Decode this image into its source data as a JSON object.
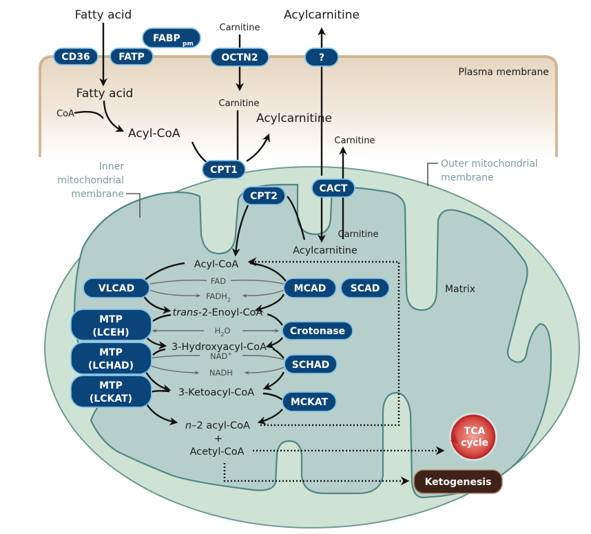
{
  "colors": {
    "enzyme_fill": "#0b4479",
    "enzyme_stroke": "#7fc3e8",
    "outer_membrane_fill": "#cfe3d4",
    "membrane_line": "#4f8684",
    "matrix_fill": "#b7cfcb",
    "plasma_membrane_fill": "#ece0cf",
    "plasma_membrane_edge": "#c9a77d",
    "tca_fill": "#d9403e",
    "ketogenesis_fill": "#3e2418",
    "membrane_label": "#7a9a9c"
  },
  "labels": {
    "plasma_membrane": "Plasma membrane",
    "inner_membrane_l1": "Inner",
    "inner_membrane_l2": "mitochondrial",
    "inner_membrane_l3": "membrane",
    "outer_membrane_l1": "Outer mitochondrial",
    "outer_membrane_l2": "membrane",
    "matrix": "Matrix"
  },
  "metabolites": {
    "fatty_acid_out": "Fatty acid",
    "carnitine_out": "Carnitine",
    "acylcarnitine_out": "Acylcarnitine",
    "fatty_acid_in": "Fatty acid",
    "coa": "CoA",
    "acyl_coa_cyto": "Acyl-CoA",
    "carnitine_cyto": "Carnitine",
    "acylcarnitine_cyto": "Acylcarnitine",
    "carnitine_cyto2": "Carnitine",
    "carnitine_matrix": "Carnitine",
    "acylcarnitine_matrix": "Acylcarnitine",
    "acyl_coa": "Acyl-CoA",
    "fad": "FAD",
    "fadh2": "FADH",
    "fadh2_sub": "2",
    "enoyl_coa_italic": "trans",
    "enoyl_coa_rest": "-2-Enoyl-CoA",
    "h2o_h": "H",
    "h2o_sub": "2",
    "h2o_o": "O",
    "hydroxyacyl_coa": "3-Hydroxyacyl-CoA",
    "nad": "NAD",
    "nad_sup": "+",
    "nadh": "NADH",
    "ketoacyl_coa": "3-Ketoacyl-CoA",
    "n2_italic": "n",
    "n2_rest": "–2 acyl-CoA",
    "plus": "+",
    "acetyl_coa": "Acetyl-CoA"
  },
  "enzymes": {
    "cd36": "CD36",
    "fatp": "FATP",
    "fabp": "FABP",
    "fabp_sub": "pm",
    "octn2": "OCTN2",
    "unknown": "?",
    "cpt1": "CPT1",
    "cpt2": "CPT2",
    "cact": "CACT",
    "vlcad": "VLCAD",
    "mcad": "MCAD",
    "scad": "SCAD",
    "mtp_lceh_1": "MTP",
    "mtp_lceh_2": "(LCEH)",
    "crotonase": "Crotonase",
    "mtp_lchad_1": "MTP",
    "mtp_lchad_2": "(LCHAD)",
    "schad": "SCHAD",
    "mtp_lckat_1": "MTP",
    "mtp_lckat_2": "(LCKAT)",
    "mckat": "MCKAT"
  },
  "outputs": {
    "tca_1": "TCA",
    "tca_2": "cycle",
    "ketogenesis": "Ketogenesis"
  }
}
